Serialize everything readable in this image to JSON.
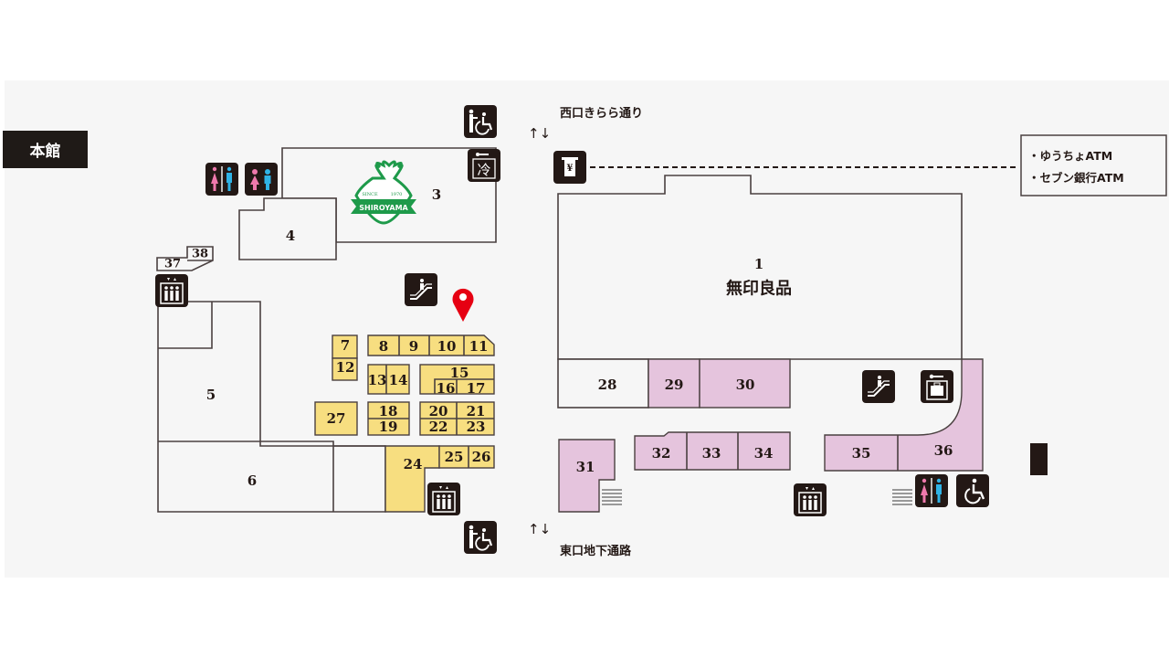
{
  "building_label": "本館",
  "streets": {
    "north": "西口きらら通り",
    "south": "東口地下通路",
    "direction_arrows": "↑↓"
  },
  "atm_box": {
    "items": [
      "・ゆうちょATM",
      "・セブン銀行ATM"
    ]
  },
  "logo": {
    "name": "SHIROYAMA",
    "since": "SINCE",
    "year": "1970"
  },
  "anchor_store": {
    "number": "1",
    "name": "無印良品"
  },
  "stores": [
    "3",
    "4",
    "5",
    "6",
    "7",
    "8",
    "9",
    "10",
    "11",
    "12",
    "13",
    "14",
    "15",
    "16",
    "17",
    "18",
    "19",
    "20",
    "21",
    "22",
    "23",
    "24",
    "25",
    "26",
    "27",
    "28",
    "29",
    "30",
    "31",
    "32",
    "33",
    "34",
    "35",
    "36",
    "37",
    "38"
  ],
  "colors": {
    "background": "#f6f6f6",
    "food_section": "#f7de80",
    "fashion_section": "#e5c4dd",
    "icon": "#231815",
    "current_location_pin": "#e60012",
    "logo_green": "#1e9a4a"
  },
  "icons": [
    "wheelchair-icon",
    "cold-locker-icon",
    "restroom-icon",
    "family-restroom-icon",
    "elevator-icon",
    "escalator-icon",
    "locker-icon",
    "atm-icon",
    "location-pin-icon",
    "stairs-icon"
  ]
}
